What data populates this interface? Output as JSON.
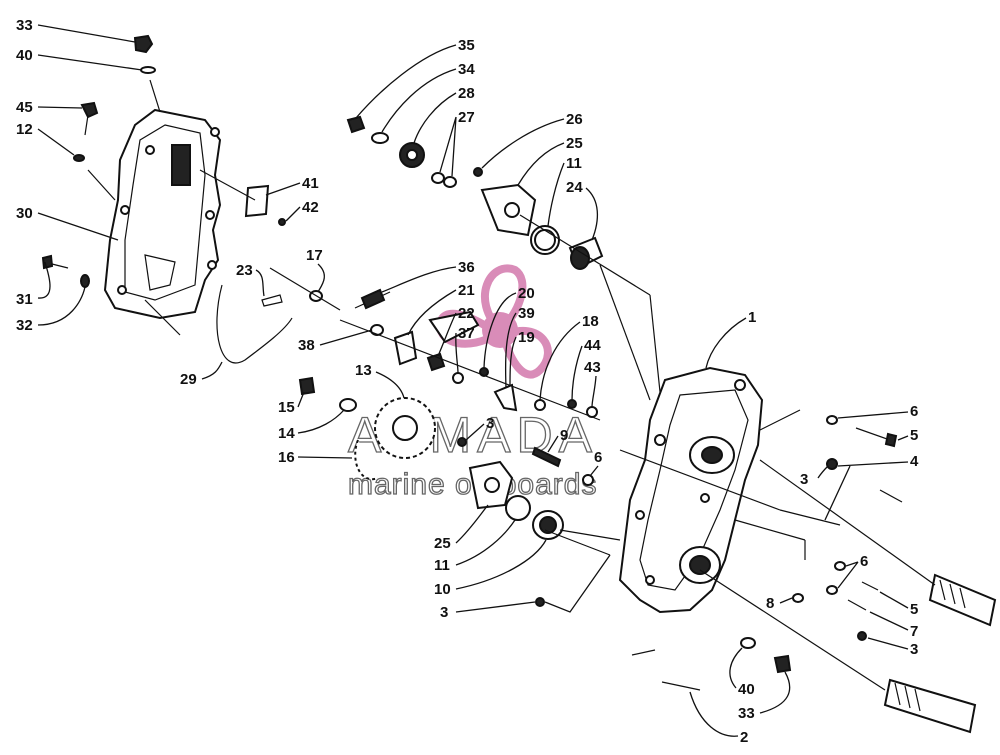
{
  "watermark": {
    "brand": "ARMADA",
    "tagline": "marine outboards",
    "logo_color": "#d98cb8"
  },
  "callouts": [
    "1",
    "2",
    "3",
    "4",
    "5",
    "6",
    "7",
    "8",
    "9",
    "10",
    "11",
    "12",
    "13",
    "14",
    "15",
    "16",
    "17",
    "18",
    "19",
    "20",
    "21",
    "22",
    "23",
    "24",
    "25",
    "26",
    "27",
    "28",
    "29",
    "30",
    "31",
    "32",
    "33",
    "34",
    "35",
    "36",
    "37",
    "38",
    "39",
    "40",
    "41",
    "42",
    "43",
    "44",
    "45"
  ]
}
